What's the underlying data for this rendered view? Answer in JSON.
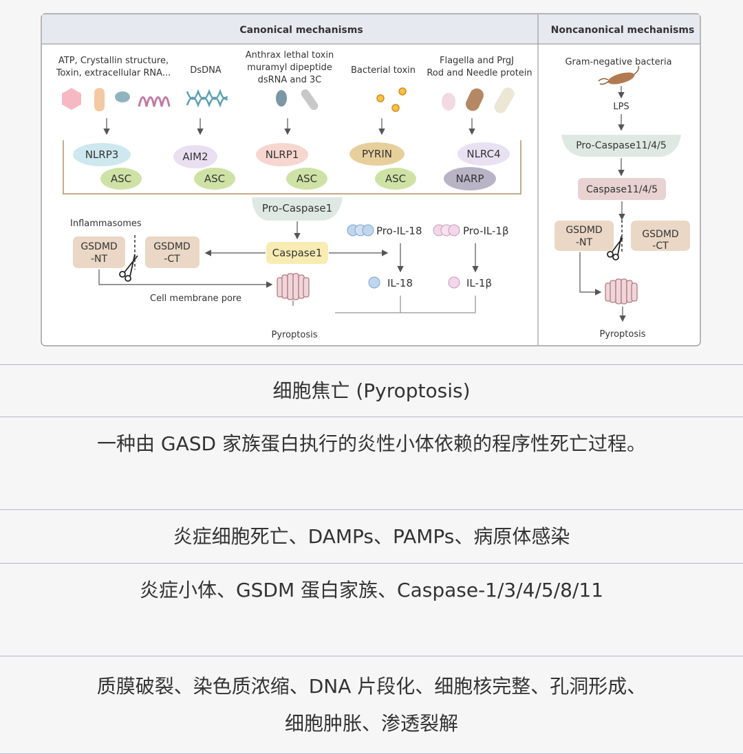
{
  "diagram": {
    "header_canonical": "Canonical mechanisms",
    "header_noncanonical": "Noncanonical mechanisms",
    "stimuli": [
      {
        "lines": [
          "ATP, Crystallin structure,",
          "Toxin, extracellular RNA..."
        ]
      },
      {
        "lines": [
          "DsDNA"
        ]
      },
      {
        "lines": [
          "Anthrax lethal toxin",
          "muramyl dipeptide",
          "dsRNA and 3C"
        ]
      },
      {
        "lines": [
          "Bacterial toxin"
        ]
      },
      {
        "lines": [
          "Flagella and PrgJ",
          "Rod and Needle protein"
        ]
      }
    ],
    "sensors": [
      {
        "sensor": "NLRP3",
        "adaptor": "ASC",
        "color": "#cde8ef"
      },
      {
        "sensor": "AIM2",
        "adaptor": "ASC",
        "color": "#eadff0"
      },
      {
        "sensor": "NLRP1",
        "adaptor": "ASC",
        "color": "#f7d6cf"
      },
      {
        "sensor": "PYRIN",
        "adaptor": "ASC",
        "color": "#e7cf9c"
      },
      {
        "sensor": "NLRC4",
        "adaptor": "NARP",
        "color": "#e7e1f2"
      }
    ],
    "adaptor_color": "#cfe2a6",
    "narp_color": "#b9b3c6",
    "inflammasomes_label": "Inflammasomes",
    "pro_caspase1": "Pro-Caspase1",
    "caspase1": "Caspase1",
    "gsdmd_nt": [
      "GSDMD",
      "-NT"
    ],
    "gsdmd_ct": [
      "GSDMD",
      "-CT"
    ],
    "pro_il18": "Pro-IL-18",
    "pro_il1b": "Pro-IL-1β",
    "il18": "IL-18",
    "il1b": "IL-1β",
    "cell_membrane_pore": "Cell membrane pore",
    "pyroptosis": "Pyroptosis",
    "gram_negative": "Gram-negative bacteria",
    "lps": "LPS",
    "pro_caspase11": "Pro-Caspase11/4/5",
    "caspase11": "Caspase11/4/5",
    "pyroptosis2": "Pyroptosis"
  },
  "rows": {
    "title": "细胞焦亡 (Pyroptosis)",
    "definition": "一种由 GASD 家族蛋白执行的炎性小体依赖的程序性死亡过程。",
    "triggers": "炎症细胞死亡、DAMPs、PAMPs、病原体感染",
    "molecules": "炎症小体、GSDM 蛋白家族、Caspase-1/3/4/5/8/11",
    "features_line1": "质膜破裂、染色质浓缩、DNA 片段化、细胞核完整、孔洞形成、",
    "features_line2": "细胞肿胀、渗透裂解"
  }
}
